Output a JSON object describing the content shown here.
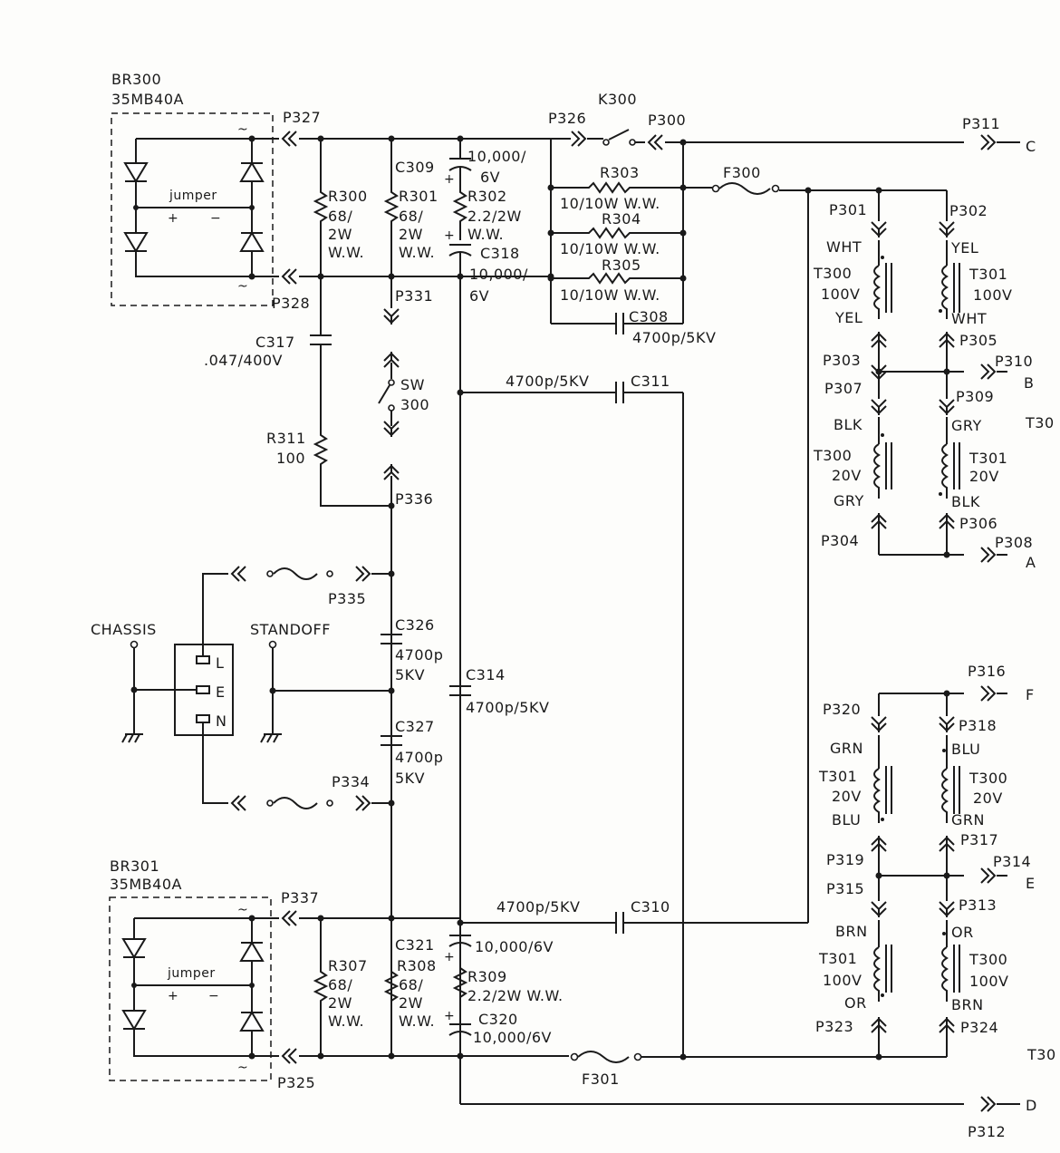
{
  "bridges": {
    "br300": {
      "ref": "BR300",
      "part": "35MB40A",
      "jumper": "jumper"
    },
    "br301": {
      "ref": "BR301",
      "part": "35MB40A",
      "jumper": "jumper"
    }
  },
  "connectors": {
    "p327": "P327",
    "p328": "P328",
    "p331": "P331",
    "p336": "P336",
    "p335": "P335",
    "p334": "P334",
    "p337": "P337",
    "p325": "P325",
    "p326": "P326",
    "p300": "P300",
    "p311": "P311",
    "p301": "P301",
    "p302": "P302",
    "p303": "P303",
    "p305": "P305",
    "p307": "P307",
    "p309": "P309",
    "p310": "P310",
    "p304": "P304",
    "p306": "P306",
    "p308": "P308",
    "p316": "P316",
    "p320": "P320",
    "p318": "P318",
    "p317": "P317",
    "p319": "P319",
    "p314": "P314",
    "p315": "P315",
    "p313": "P313",
    "p323": "P323",
    "p324": "P324",
    "p312": "P312"
  },
  "outputs": {
    "c": "C",
    "b": "B",
    "a": "A",
    "f": "F",
    "e": "E",
    "d": "D"
  },
  "relay": {
    "ref": "K300"
  },
  "fuses": {
    "f300": "F300",
    "f301": "F301"
  },
  "switch": {
    "ref": "SW",
    "num": "300"
  },
  "resistors": {
    "r300": [
      "R300",
      "68/",
      "2W",
      "W.W."
    ],
    "r301": [
      "R301",
      "68/",
      "2W",
      "W.W."
    ],
    "r302": [
      "R302",
      "2.2/2W",
      "W.W."
    ],
    "r303": [
      "R303",
      "10/10W W.W."
    ],
    "r304": [
      "R304",
      "10/10W W.W."
    ],
    "r305": [
      "R305",
      "10/10W W.W."
    ],
    "r311": [
      "R311",
      "100"
    ],
    "r307": [
      "R307",
      "68/",
      "2W",
      "W.W."
    ],
    "r308": [
      "R308",
      "68/",
      "2W",
      "W.W."
    ],
    "r309": [
      "R309",
      "2.2/2W W.W."
    ]
  },
  "capacitors": {
    "c309": [
      "C309",
      "10,000/",
      "6V"
    ],
    "c318": [
      "C318",
      "10,000/",
      "6V"
    ],
    "c308": [
      "C308",
      "4700p/5KV"
    ],
    "c317": [
      "C317",
      ".047/400V"
    ],
    "c311": [
      "4700p/5KV",
      "C311"
    ],
    "c326": [
      "C326",
      "4700p",
      "5KV"
    ],
    "c327": [
      "C327",
      "4700p",
      "5KV"
    ],
    "c314": [
      "C314",
      "4700p/5KV"
    ],
    "c310": [
      "4700p/5KV",
      "C310"
    ],
    "c321": [
      "C321",
      "10,000/6V"
    ],
    "c320": [
      "C320",
      "10,000/6V"
    ]
  },
  "mains": {
    "chassis": "CHASSIS",
    "standoff": "STANDOFF",
    "l": "L",
    "e": "E",
    "n": "N"
  },
  "transformers": {
    "t300_100v": {
      "ref": "T300",
      "volt": "100V",
      "top": "WHT",
      "bottom": "YEL"
    },
    "t301_100v": {
      "ref": "T301",
      "volt": "100V",
      "top": "YEL",
      "bottom": "WHT"
    },
    "t300_20v": {
      "ref": "T300",
      "volt": "20V",
      "top": "BLK",
      "bottom": "GRY"
    },
    "t301_20v": {
      "ref": "T301",
      "volt": "20V",
      "top": "GRY",
      "bottom": "BLK"
    },
    "t301_20v_b": {
      "ref": "T301",
      "volt": "20V",
      "top": "GRN",
      "bottom": "BLU"
    },
    "t300_20v_b": {
      "ref": "T300",
      "volt": "20V",
      "top": "BLU",
      "bottom": "GRN"
    },
    "t301_100v_b": {
      "ref": "T301",
      "volt": "100V",
      "top": "BRN",
      "bottom": "OR"
    },
    "t300_100v_b": {
      "ref": "T300",
      "volt": "100V",
      "top": "OR",
      "bottom": "BRN"
    }
  },
  "cut_labels": {
    "upper": "T30",
    "lower": "T30"
  }
}
